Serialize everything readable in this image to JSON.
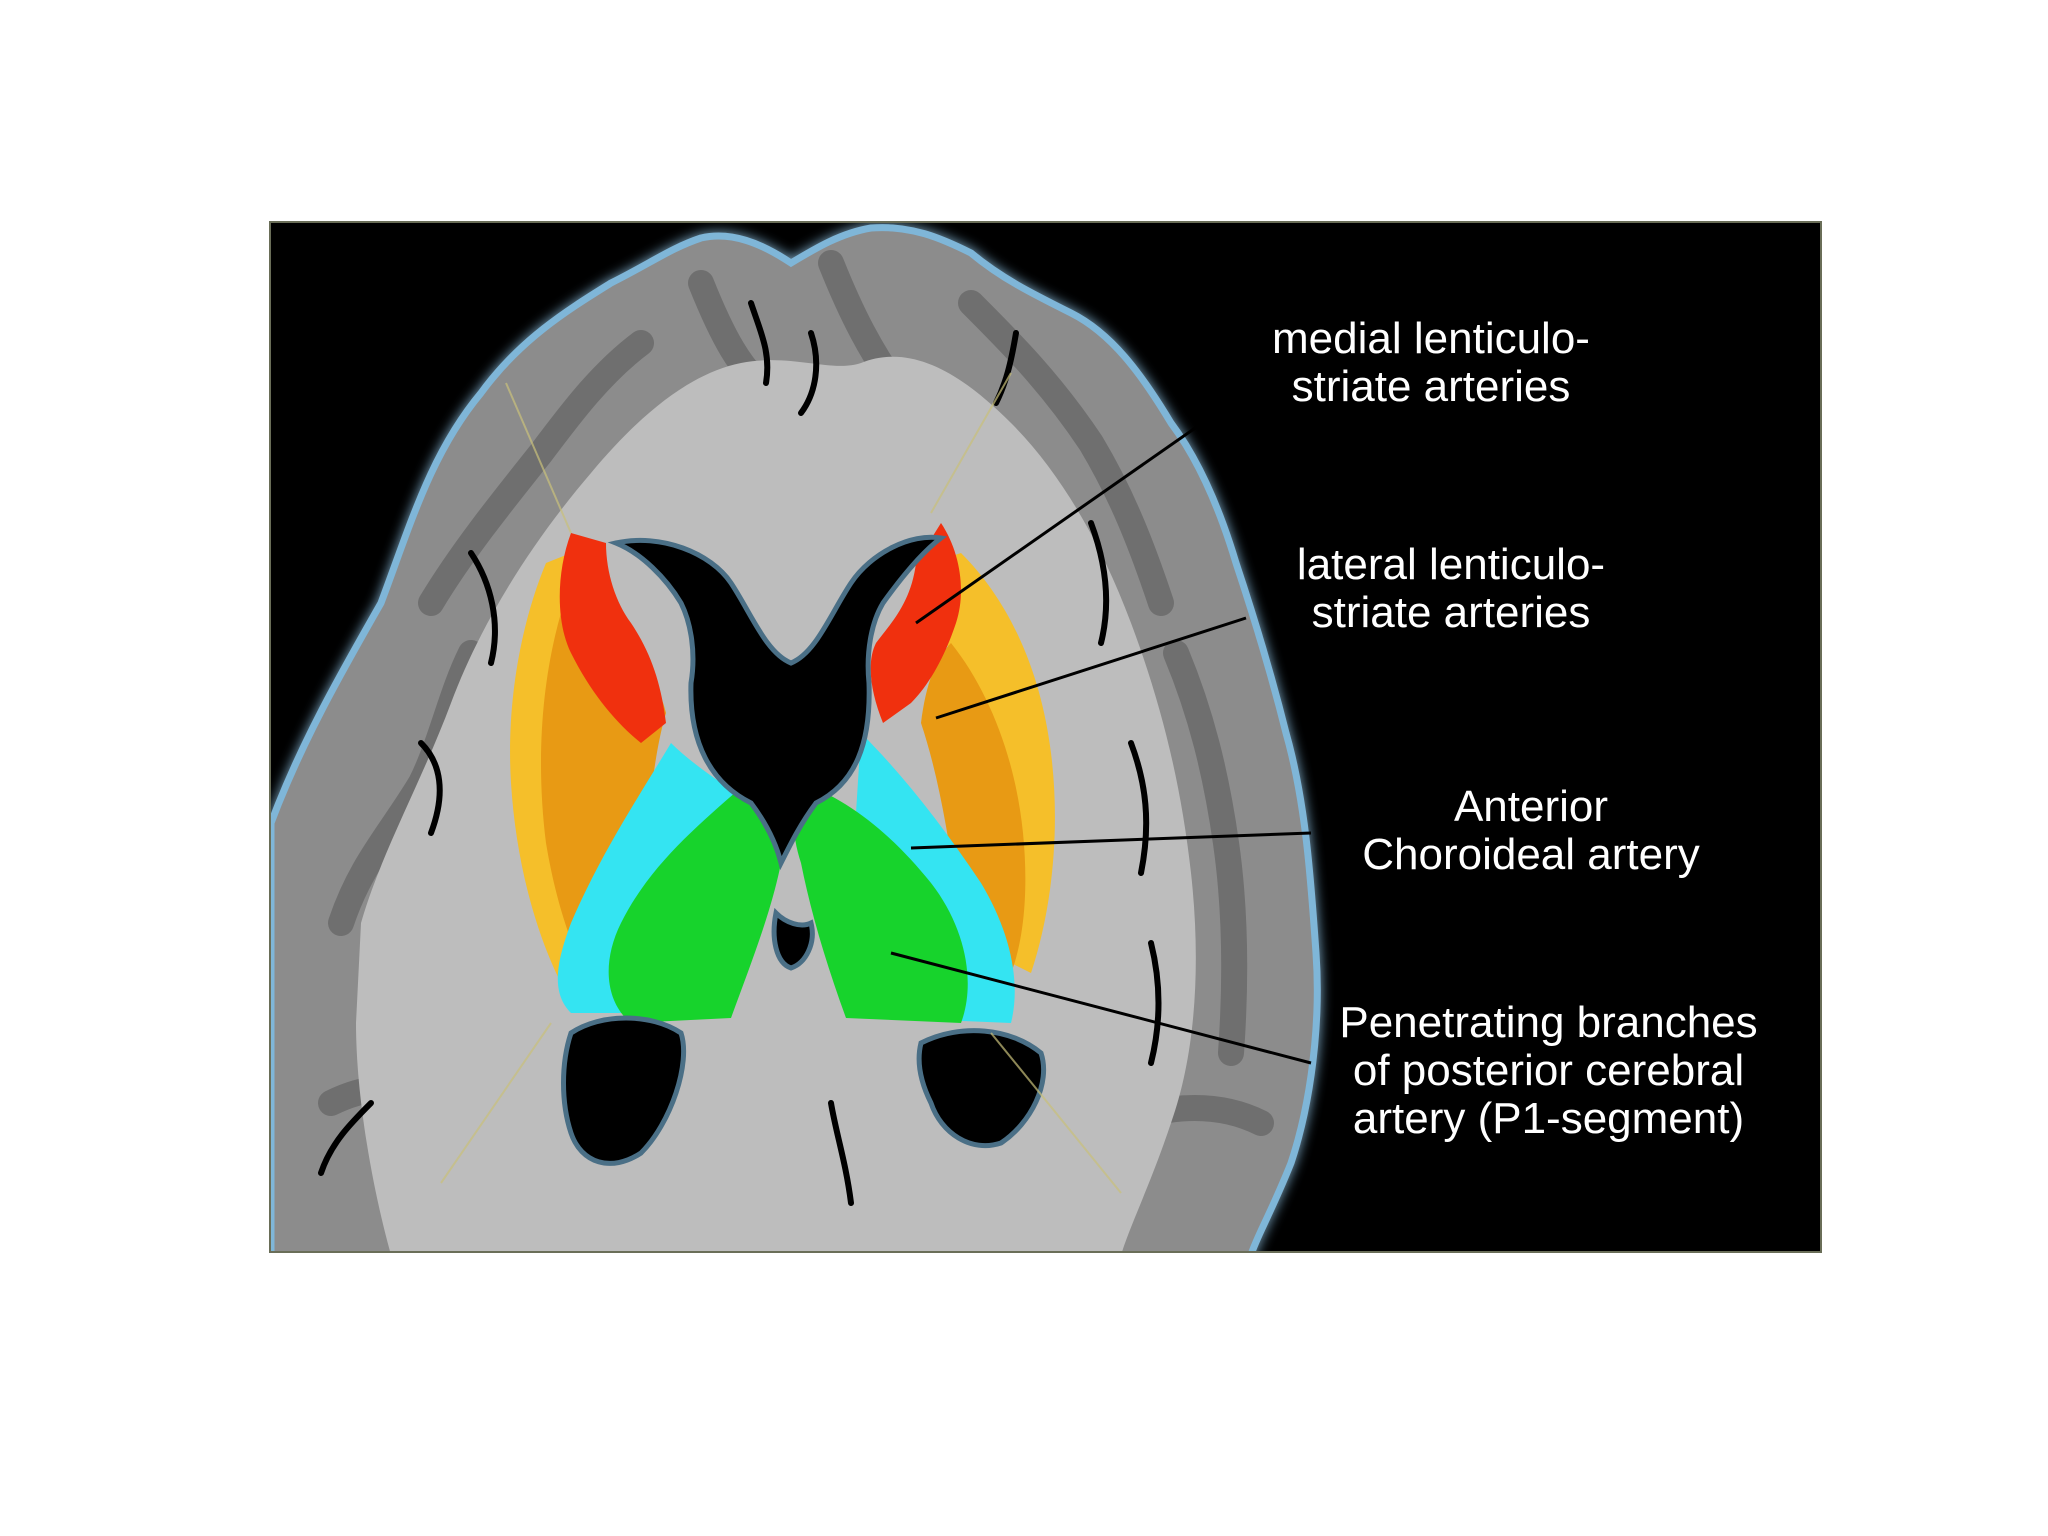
{
  "labels": {
    "medial": {
      "line1": "medial lenticulo-",
      "line2": "striate arteries"
    },
    "lateral": {
      "line1": "lateral lenticulo-",
      "line2": "striate arteries"
    },
    "anterior": {
      "line1": "Anterior",
      "line2": "Choroideal artery"
    },
    "penetrating": {
      "line1": "Penetrating branches",
      "line2": "of posterior cerebral",
      "line3": "artery (P1-segment)"
    }
  },
  "colors": {
    "background": "#000000",
    "outer_border": "#6a6e58",
    "brain_outline_glow": "#7fb6d8",
    "cortex_gray": "#8c8c8c",
    "white_matter": "#bdbdbd",
    "ventricle": "#000000",
    "medial_lenticulostriate": "#f0300e",
    "lateral_lenticulostriate_outer": "#f5bf2a",
    "lateral_lenticulostriate_inner": "#e89a14",
    "anterior_choroidal": "#34e4f2",
    "posterior_cerebral_p1": "#17d32c",
    "leader_line": "#000000"
  }
}
